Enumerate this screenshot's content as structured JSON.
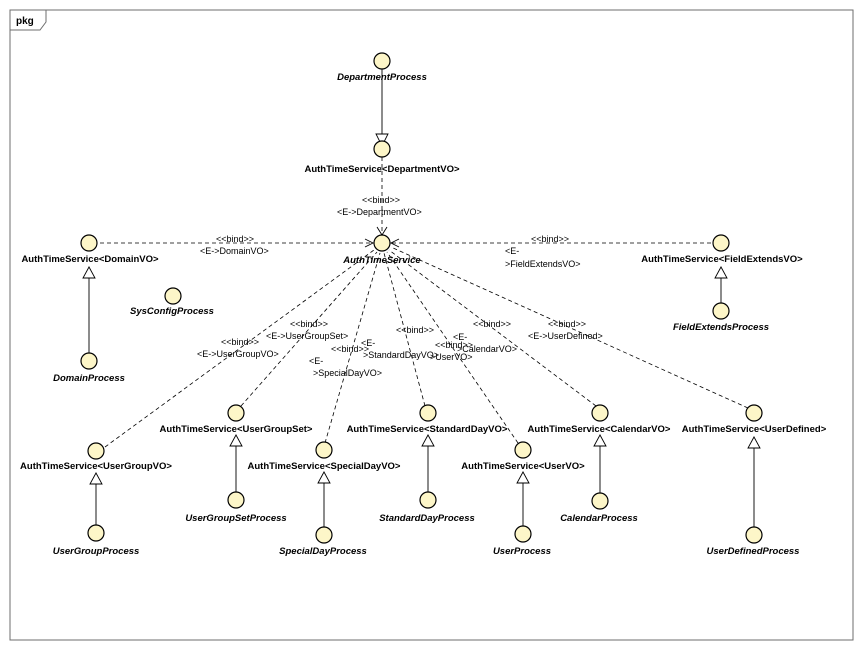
{
  "package_label": "pkg",
  "central": {
    "label": "AuthTimeService"
  },
  "nodes": {
    "dept_service": "AuthTimeService<DepartmentVO>",
    "dept_process": "DepartmentProcess",
    "domain_service": "AuthTimeService<DomainVO>",
    "domain_process": "DomainProcess",
    "sysconfig": "SysConfigProcess",
    "fieldext_service": "AuthTimeService<FieldExtendsVO>",
    "fieldext_process": "FieldExtendsProcess",
    "usergroup_service": "AuthTimeService<UserGroupVO>",
    "usergroup_process": "UserGroupProcess",
    "usergroupset_service": "AuthTimeService<UserGroupSet>",
    "usergroupset_process": "UserGroupSetProcess",
    "specialday_service": "AuthTimeService<SpecialDayVO>",
    "specialday_process": "SpecialDayProcess",
    "standardday_service": "AuthTimeService<StandardDayVO>",
    "standardday_process": "StandardDayProcess",
    "user_service": "AuthTimeService<UserVO>",
    "user_process": "UserProcess",
    "calendar_service": "AuthTimeService<CalendarVO>",
    "calendar_process": "CalendarProcess",
    "userdefined_service": "AuthTimeService<UserDefined>",
    "userdefined_process": "UserDefinedProcess"
  },
  "bindings": {
    "stereotype": "<<bind>>",
    "dept": "<E->DepartmentVO>",
    "domain": "<E->DomainVO>",
    "fieldext_a": "<E-",
    "fieldext_b": ">FieldExtendsVO>",
    "usergroup": "<E->UserGroupVO>",
    "usergroupset": "<E->UserGroupSet>",
    "specialday_a": "<E-",
    "specialday_b": ">SpecialDayVO>",
    "standardday_a": "<E-",
    "standardday_b": ">StandardDayVO>",
    "user_a": "<E-",
    "user_b": ">UserVO>",
    "calendar_a": "<E-",
    "calendar_b": ">CalendarVO>",
    "userdefined": "<E->UserDefined>"
  }
}
